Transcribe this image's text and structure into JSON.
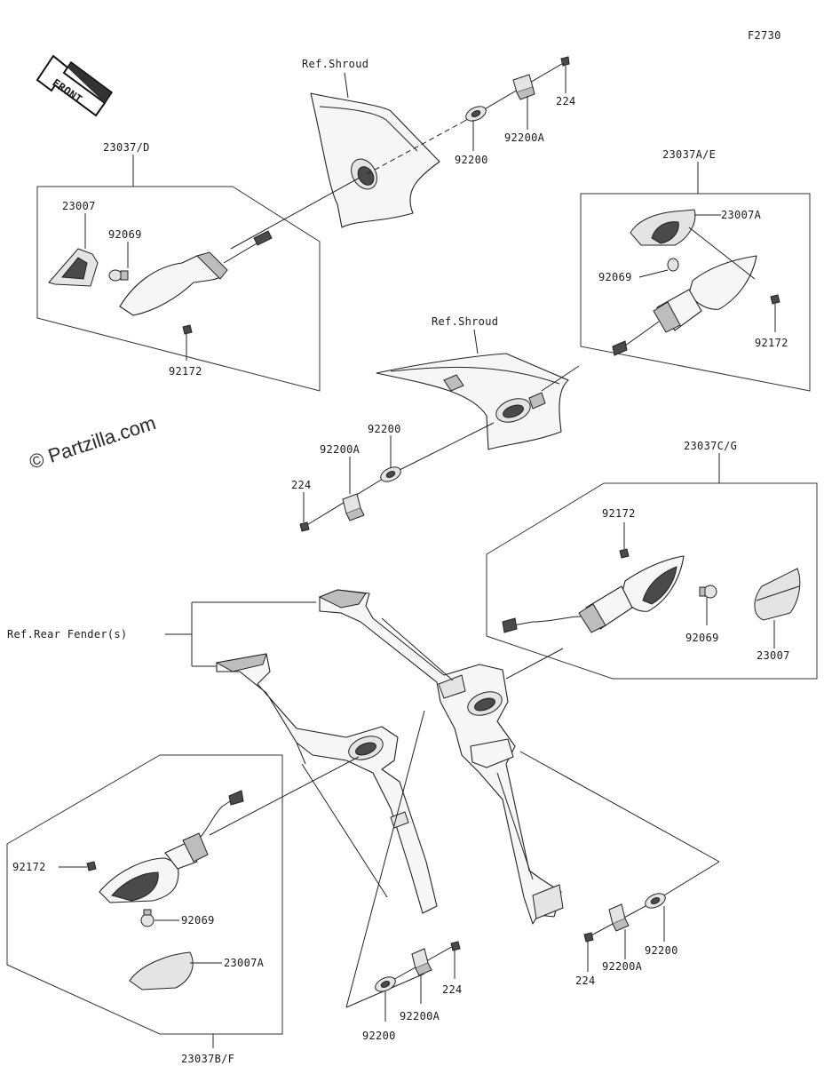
{
  "figure_code": "F2730",
  "front_label": "FRONT",
  "watermark": "© Partzilla.com",
  "references": {
    "shroud_upper": "Ref.Shroud",
    "shroud_lower": "Ref.Shroud",
    "rear_fender": "Ref.Rear Fender(s)"
  },
  "assemblies": {
    "front_left": "23037/D",
    "front_right": "23037A/E",
    "rear_right": "23037C/G",
    "rear_left": "23037B/F"
  },
  "callouts": {
    "fl_lens": "23007",
    "fl_bulb": "92069",
    "fl_screw": "92172",
    "fr_lens": "23007A",
    "fr_bulb": "92069",
    "fr_screw": "92172",
    "rr_screw": "92172",
    "rr_bulb": "92069",
    "rr_lens": "23007",
    "rl_screw": "92172",
    "rl_bulb": "92069",
    "rl_lens": "23007A",
    "top_bolt": "224",
    "top_bracket": "92200A",
    "top_gasket": "92200",
    "mid_gasket": "92200",
    "mid_bracket": "92200A",
    "mid_bolt": "224",
    "bl_bracket": "92200A",
    "bl_bolt": "224",
    "bl_gasket": "92200",
    "br_gasket": "92200",
    "br_bracket": "92200A",
    "br_bolt": "224"
  }
}
